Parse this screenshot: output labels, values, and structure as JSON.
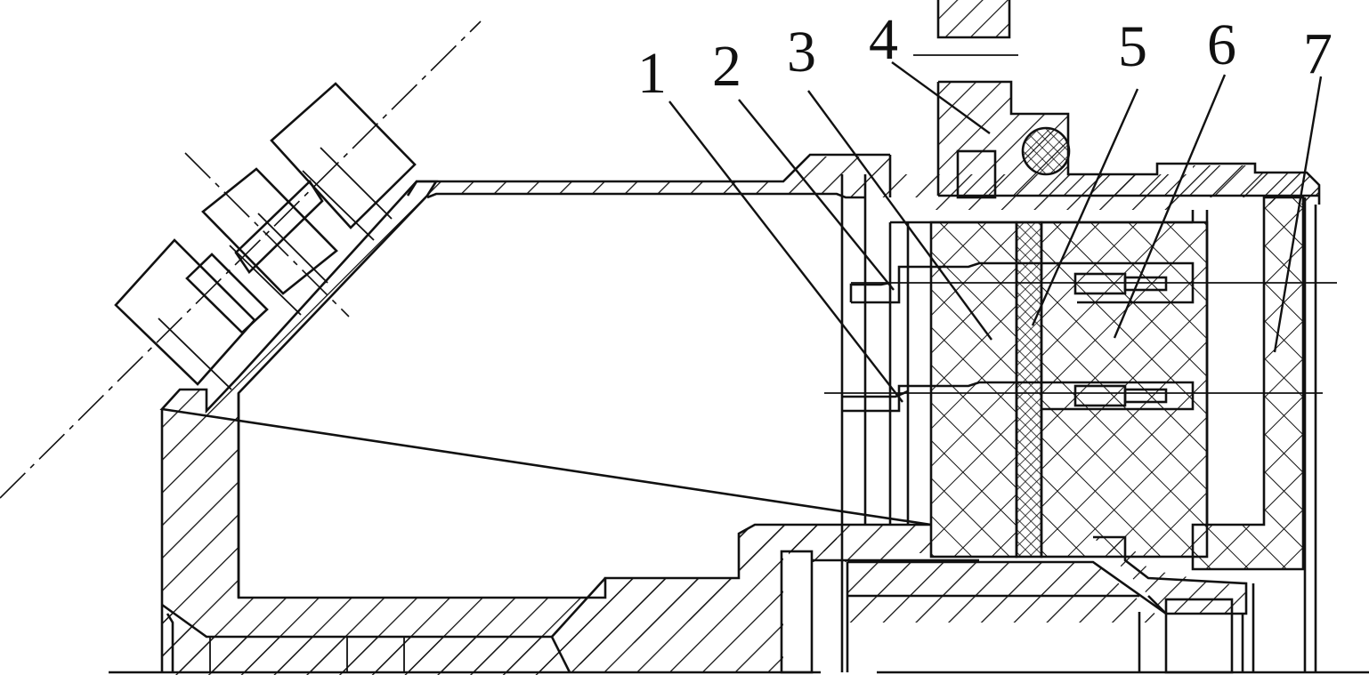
{
  "drawing": {
    "callouts": [
      {
        "id": "part-1",
        "label": "1"
      },
      {
        "id": "part-2",
        "label": "2"
      },
      {
        "id": "part-3",
        "label": "3"
      },
      {
        "id": "part-4",
        "label": "4"
      },
      {
        "id": "part-5",
        "label": "5"
      },
      {
        "id": "part-6",
        "label": "6"
      },
      {
        "id": "part-7",
        "label": "7"
      }
    ],
    "colors": {
      "ink": "#111111",
      "paper": "#ffffff"
    }
  }
}
